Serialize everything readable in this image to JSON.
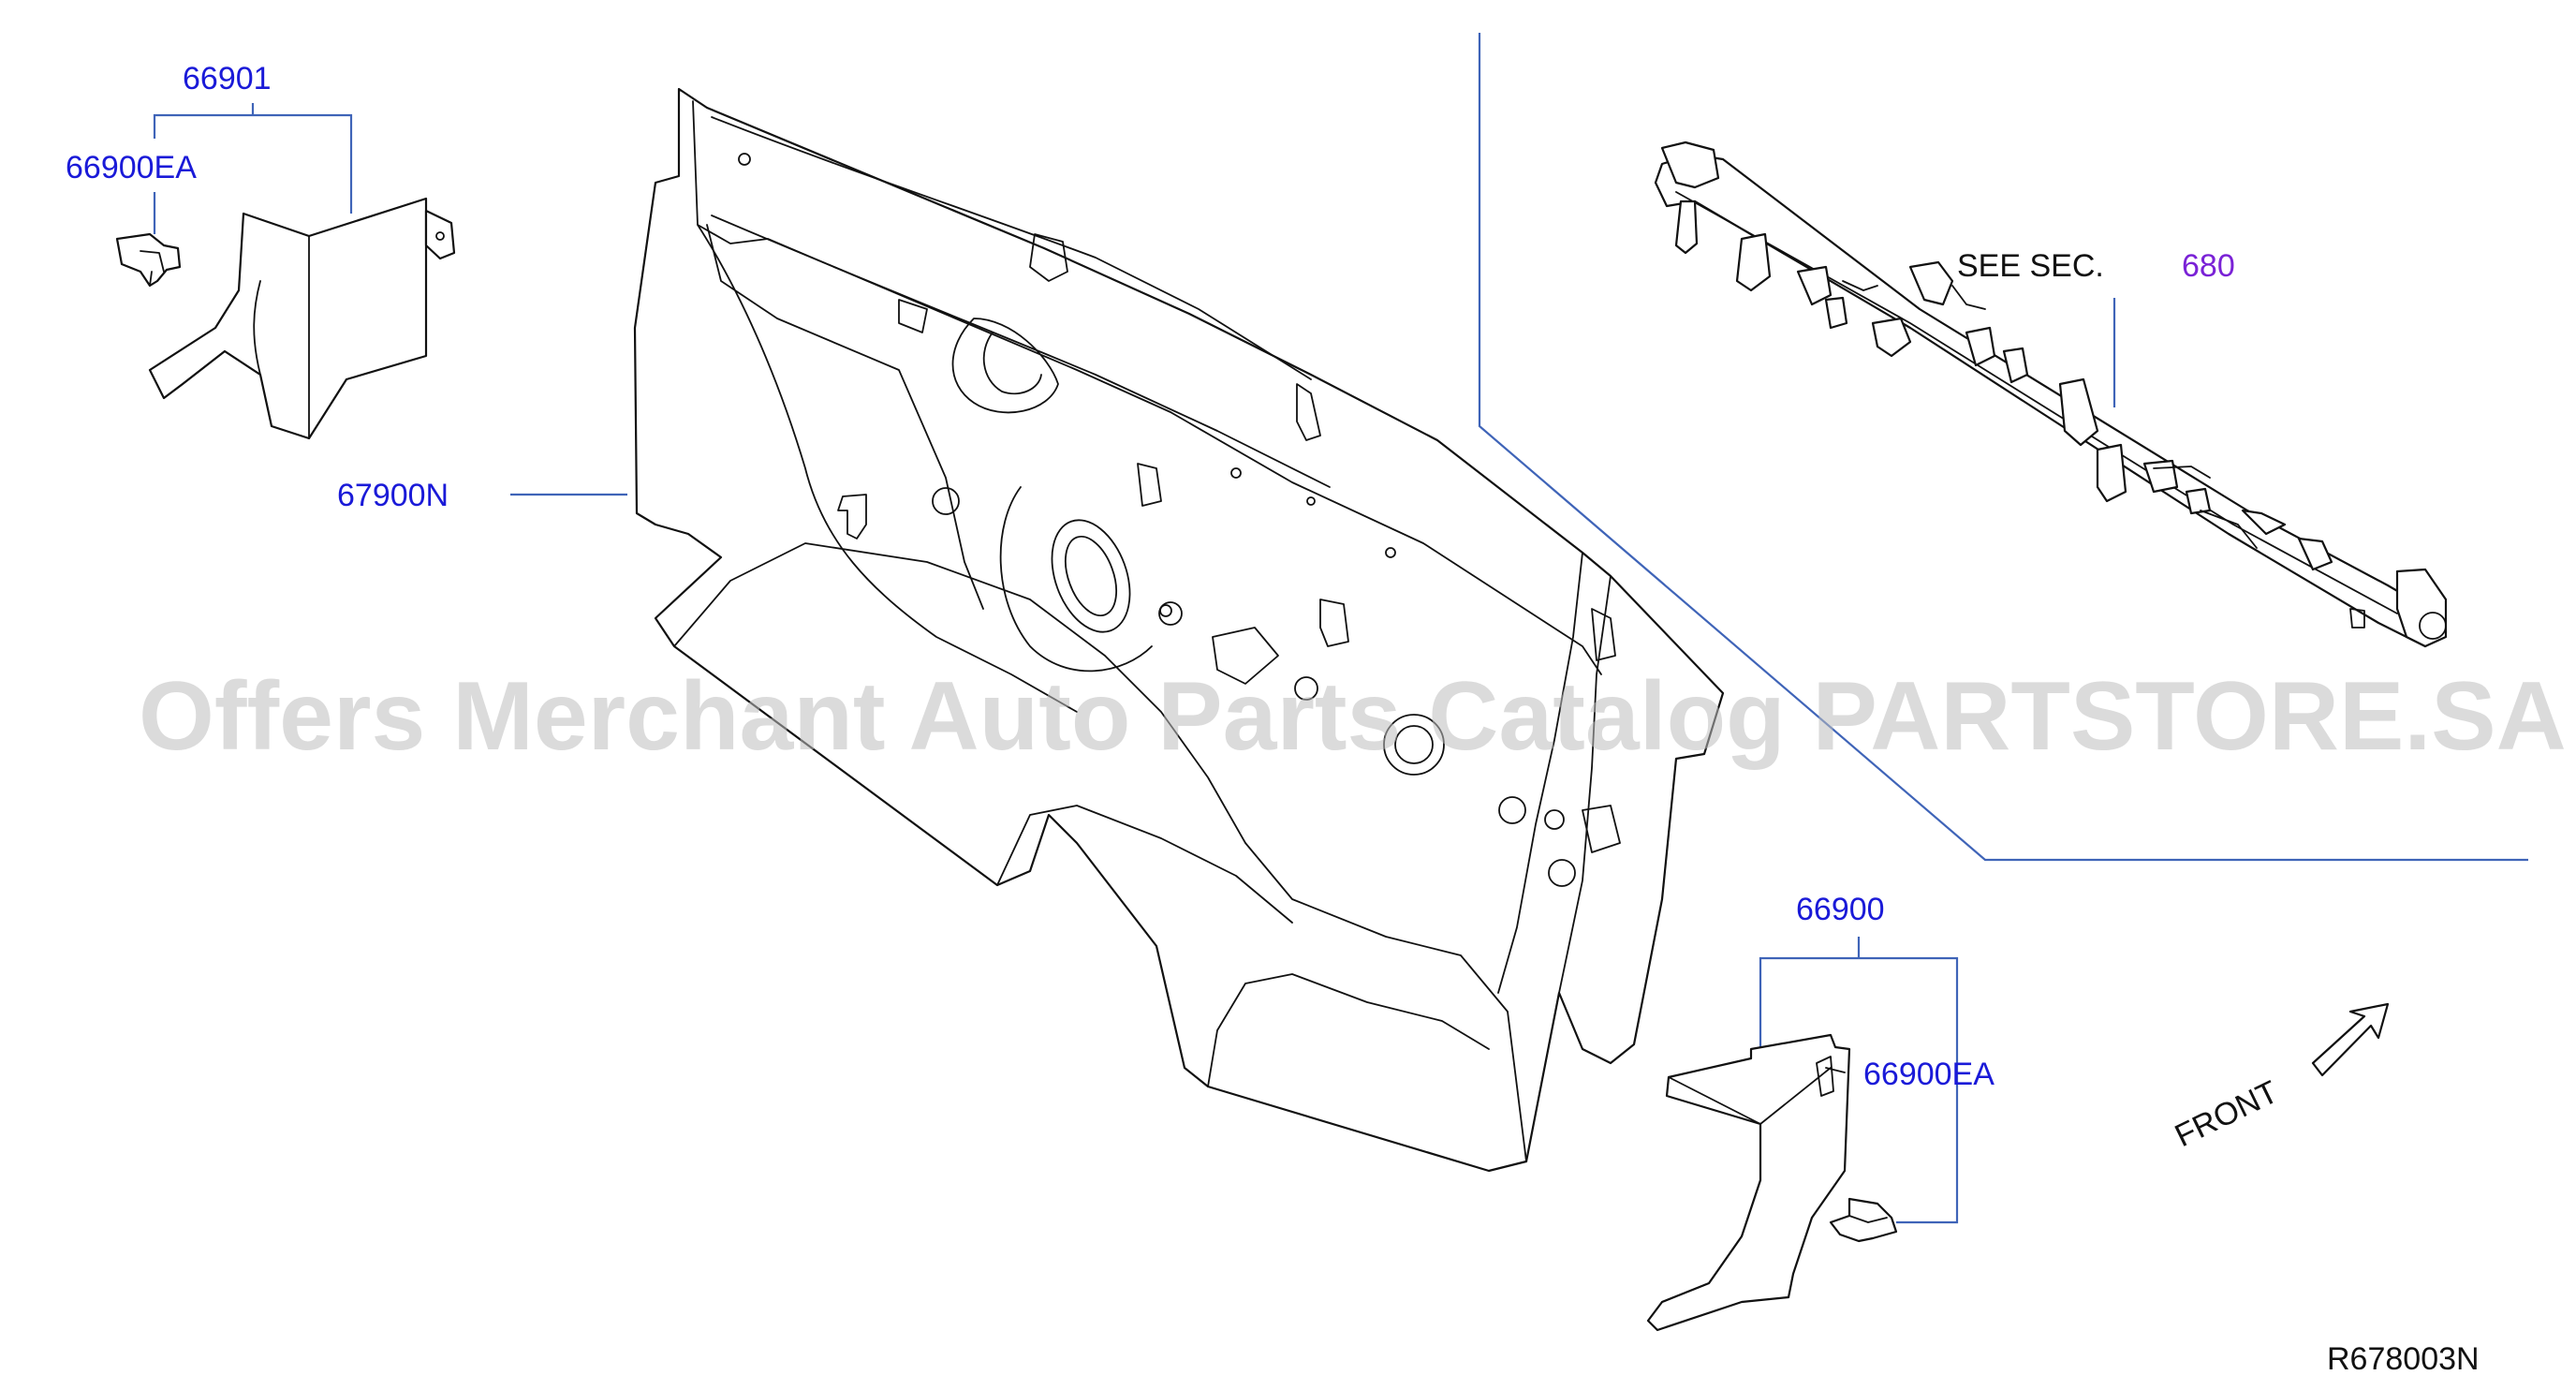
{
  "labels": {
    "p66901": "66901",
    "p66900ea_left": "66900EA",
    "p67900n": "67900N",
    "see_sec": "SEE  SEC.",
    "sec_number": "680",
    "p66900": "66900",
    "p66900ea_right": "66900EA",
    "front": "FRONT",
    "diagram_code": "R678003N"
  },
  "watermark": "Offers Merchant Auto Parts Catalog PARTSTORE.SA",
  "colors": {
    "part_number": "#1a1ad8",
    "section_ref": "#7a22d6",
    "leader_line": "#3f64b8",
    "outline": "#111111"
  }
}
